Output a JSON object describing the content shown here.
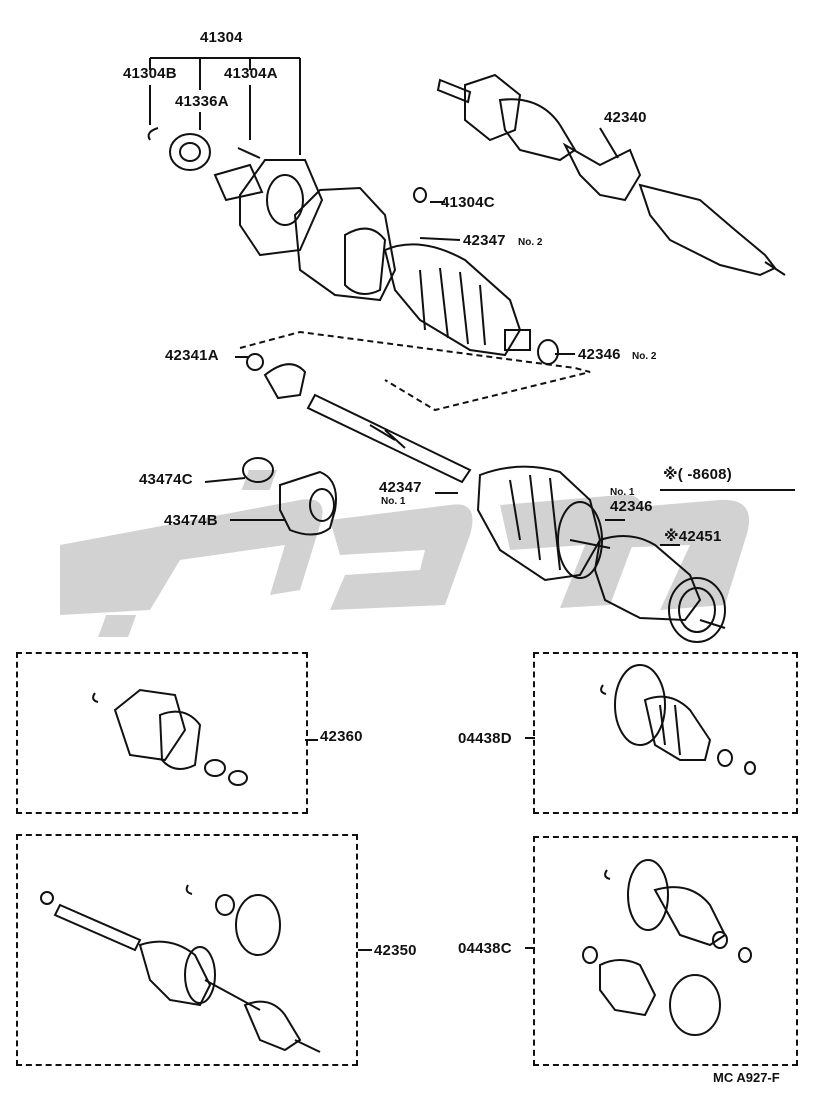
{
  "labels": {
    "p41304": "41304",
    "p41304B": "41304B",
    "p41304A": "41304A",
    "p41336A": "41336A",
    "p41304C": "41304C",
    "p42340": "42340",
    "p42347_no2": "42347",
    "p42347_no2_sub": "No. 2",
    "p42346_no2": "42346",
    "p42346_no2_sub": "No. 2",
    "p42341A": "42341A",
    "p43474C": "43474C",
    "p43474B": "43474B",
    "p42347_no1": "42347",
    "p42347_no1_sub": "No. 1",
    "note_mark": "※(      -8608)",
    "p42346_no1_sub": "No. 1",
    "p42346_no1": "42346",
    "p42451": "※42451",
    "p42360": "42360",
    "p04438D": "04438D",
    "p42350": "42350",
    "p04438C": "04438C"
  },
  "watermark": {
    "color": "#cfcfcf"
  },
  "footer": {
    "code": "MC  A927-F"
  }
}
